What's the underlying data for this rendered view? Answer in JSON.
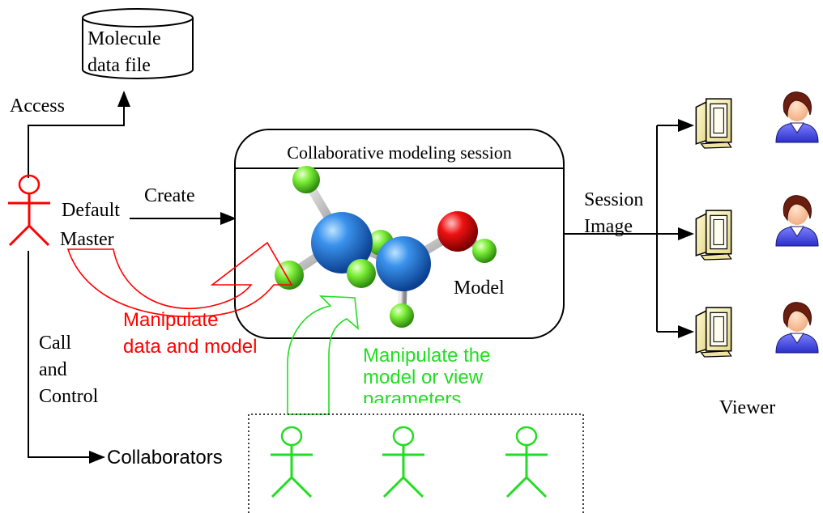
{
  "data_file": {
    "line1": "Molecule",
    "line2": "data file"
  },
  "labels": {
    "access": "Access",
    "create": "Create",
    "default_master_line1": "Default",
    "default_master_line2": "Master",
    "call_line1": "Call",
    "call_line2": "and",
    "call_line3": "Control",
    "collaborators": "Collaborators",
    "session_image_line1": "Session",
    "session_image_line2": "Image",
    "viewer": "Viewer"
  },
  "session": {
    "title": "Collaborative modeling session",
    "model": "Model"
  },
  "master_action": {
    "line1": "Manipulate",
    "line2": "data and model"
  },
  "collab_action": {
    "line1": "Manipulate the",
    "line2": "model or view",
    "line3": "parameters"
  },
  "colors": {
    "master": "#ff0000",
    "collaborator": "#22dd22",
    "text": "#000000",
    "atom_carbon": "#1f73d6",
    "atom_hydrogen": "#66ee22",
    "atom_oxygen": "#dd0000"
  },
  "icons": {
    "master": "stick-figure-icon",
    "collaborator": "stick-figure-icon",
    "viewer_monitor": "monitor-icon",
    "viewer_person": "user-icon",
    "data_file": "cylinder-icon"
  }
}
